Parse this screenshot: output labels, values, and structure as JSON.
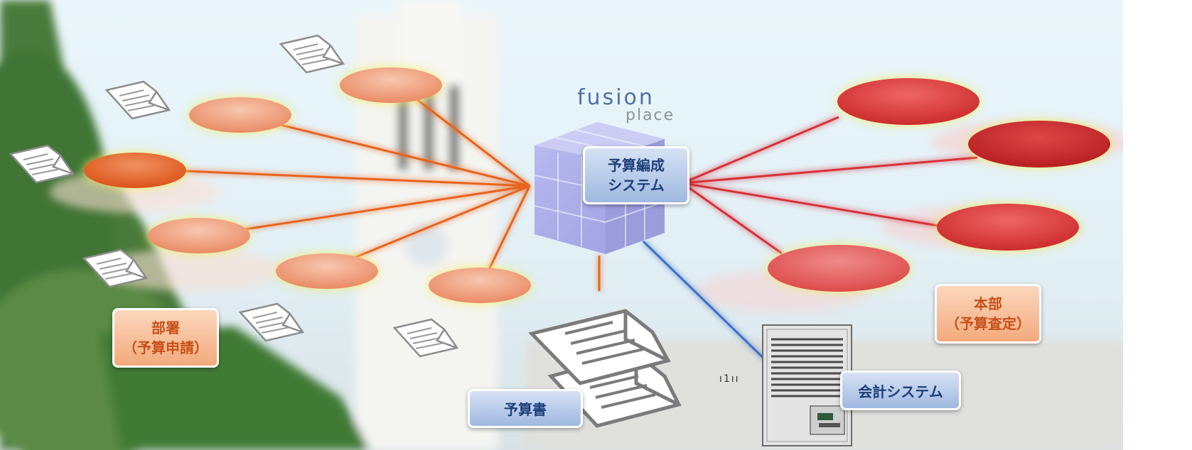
{
  "logo": {
    "word1": "fusion",
    "word2": "place"
  },
  "central": {
    "label": "予算編成\nシステム"
  },
  "departments": {
    "label": "部署\n（予算申請）"
  },
  "headquarters": {
    "label": "本部\n（予算査定）"
  },
  "budget_doc": {
    "label": "予算書"
  },
  "accounting": {
    "label": "会計システム"
  },
  "server_marks": "ı1ıı",
  "colors": {
    "orange_line": "#e8641c",
    "red_line": "#d63038",
    "blue_line": "#3d6fc4",
    "orange_node": "#f0a07a",
    "red_node": "#d93a3a"
  }
}
